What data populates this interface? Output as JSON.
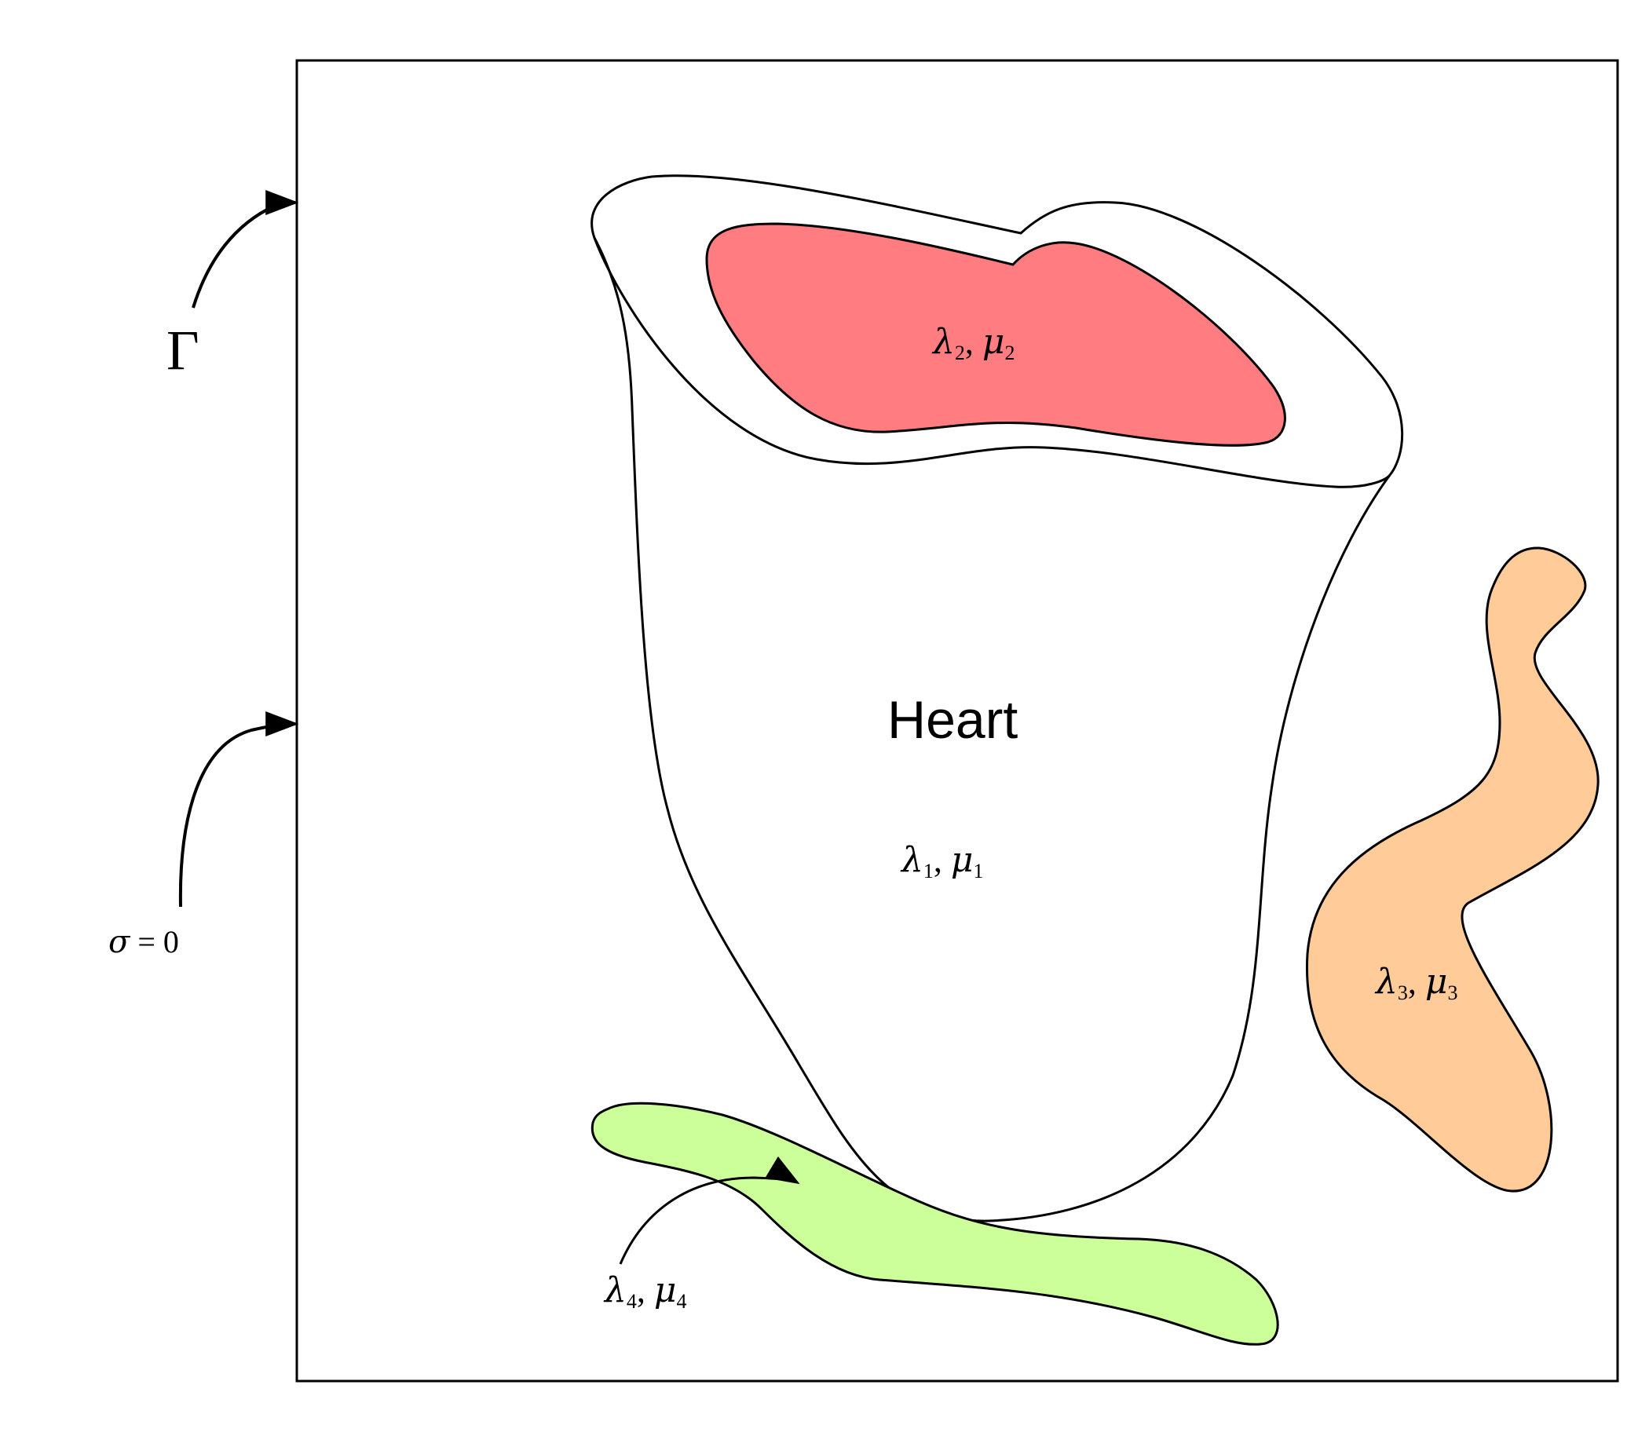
{
  "labels": {
    "boundary": "Γ",
    "sigma_condition": {
      "sigma": "σ",
      "equals": " = ",
      "zero": "0"
    },
    "heart": "Heart",
    "region1": {
      "lambda": "λ",
      "lambda_sub": "1",
      "sep": ", ",
      "mu": "μ",
      "mu_sub": "1"
    },
    "region2": {
      "lambda": "λ",
      "lambda_sub": "2",
      "sep": ", ",
      "mu": "μ",
      "mu_sub": "2"
    },
    "region3": {
      "lambda": "λ",
      "lambda_sub": "3",
      "sep": ", ",
      "mu": "μ",
      "mu_sub": "3"
    },
    "region4": {
      "lambda": "λ",
      "lambda_sub": "4",
      "sep": ", ",
      "mu": "μ",
      "mu_sub": "4"
    }
  },
  "colors": {
    "outline": "#000000",
    "background": "#ffffff",
    "heart_fill": "#ffffff",
    "region2_fill": "#ff7c80",
    "region3_fill": "#ffcc99",
    "region4_fill": "#ccff99"
  }
}
